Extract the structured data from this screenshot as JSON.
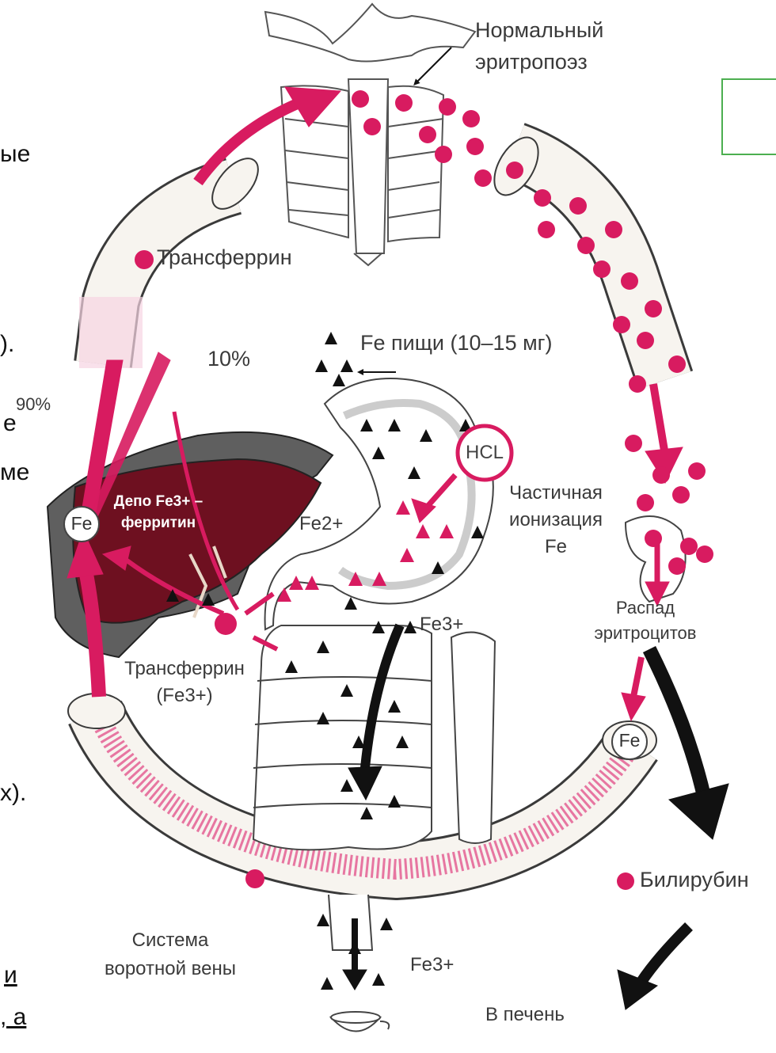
{
  "labels": {
    "normal_erythropoiesis": [
      "Нормальный",
      "эритропоэз"
    ],
    "transferrin_top": "Трансферрин",
    "percent_10": "10%",
    "percent_90": "90%",
    "food_iron": "Fe пищи (10–15 мг)",
    "hcl": "HCL",
    "partial_ionization": [
      "Частичная",
      "ионизация",
      "Fe"
    ],
    "fe2": "Fe2+",
    "fe3_mid": "Fe3+",
    "depot": [
      "Депо Fe3+ –",
      "ферритин"
    ],
    "fe_liver": "Fe",
    "transferrin_bottom": [
      "Трансферрин",
      "(Fe3+)"
    ],
    "rbc_breakdown": [
      "Распад",
      "эритроцитов"
    ],
    "fe_right": "Fe",
    "bilirubin": "Билирубин",
    "portal_system": [
      "Система",
      "воротной вены"
    ],
    "fe3_bottom": "Fe3+",
    "to_liver": "В печень"
  },
  "edge_text": {
    "e1": "ые",
    "e2": ").",
    "e3": "е",
    "e4": "ме",
    "e5": "х).",
    "e6": "и",
    "e7": ", а"
  },
  "colors": {
    "magenta": "#d81b60",
    "liver": "#6e1020",
    "liver_bg": "#5f5f5f",
    "vessel_fill": "#f7f4ef",
    "outline": "#3a3a3a",
    "green_box": "#4caf50"
  }
}
